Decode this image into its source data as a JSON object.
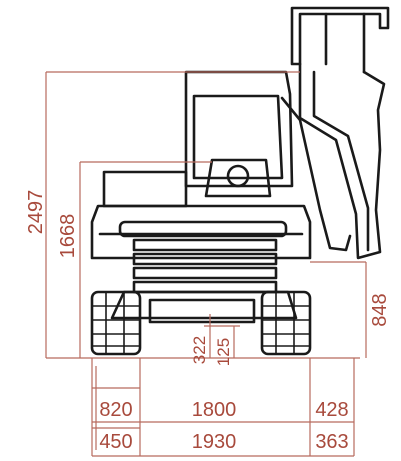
{
  "dimensions": {
    "overall_height": "2497",
    "cab_height": "1668",
    "track_height": "848",
    "ground_clearance": "322",
    "undercarriage_clearance": "125",
    "track_shoe_width": "820",
    "track_gauge": "1800",
    "boom_offset": "428",
    "track_base_width": "450",
    "overall_track_width": "1930",
    "right_overhang": "363"
  },
  "colors": {
    "machine_ink": "#1a1a1a",
    "dimension_lines": "#b86a5e",
    "dimension_text": "#a84a3c"
  }
}
